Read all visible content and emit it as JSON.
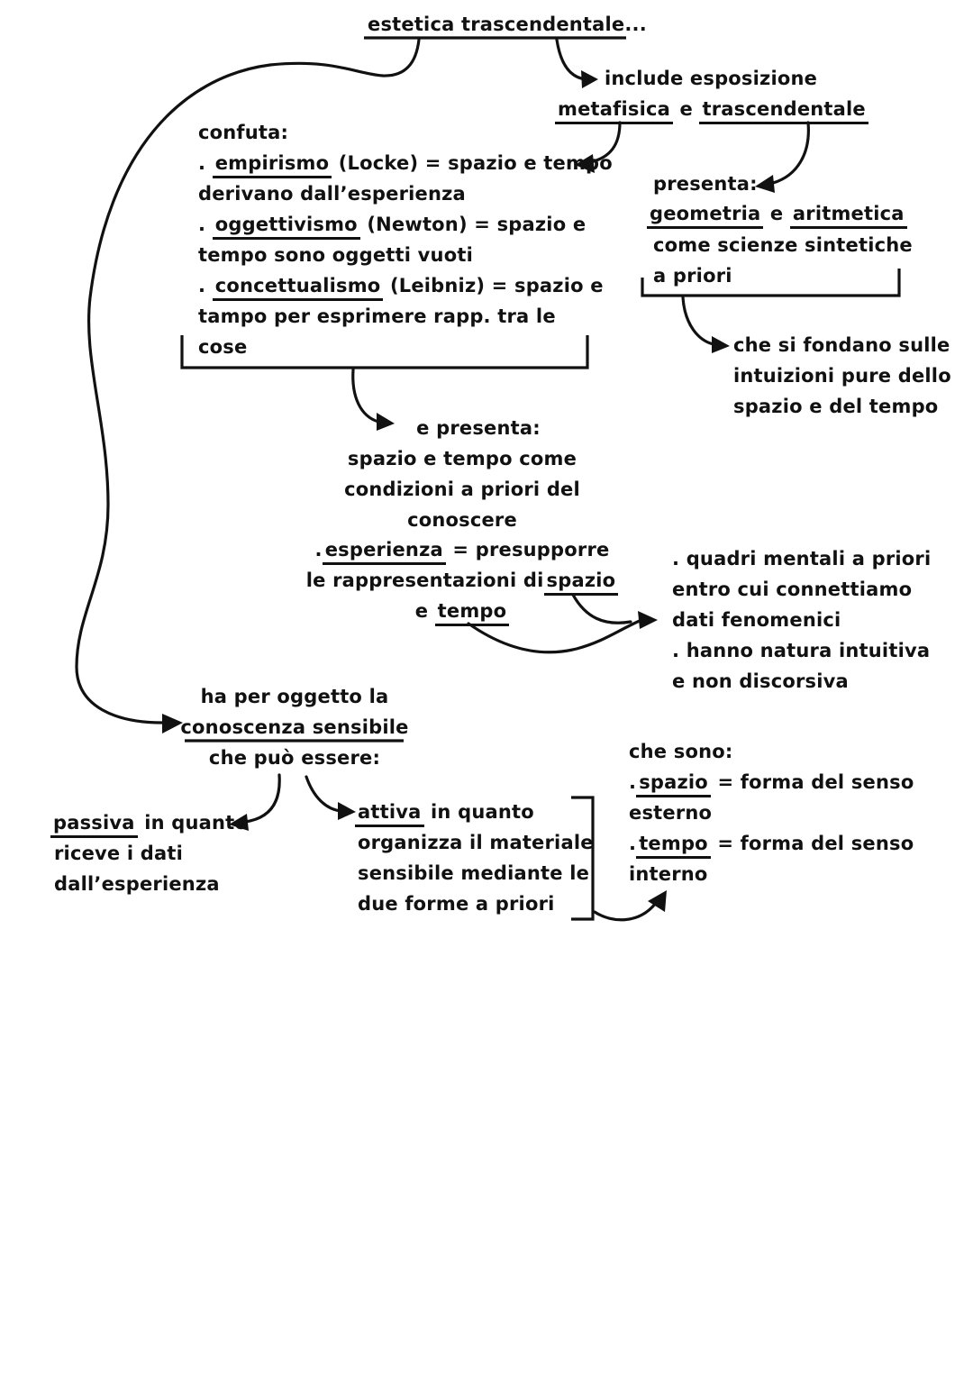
{
  "root": {
    "title": "estetica trascendentale..."
  },
  "esposizione": {
    "line1": "include esposizione",
    "metafisica": "metafisica",
    "conj": "e",
    "trascendentale": "trascendentale"
  },
  "confuta": {
    "heading": "confuta:",
    "items": [
      {
        "bullet": ".",
        "term": "empirismo",
        "rest": "(Locke) = spazio e tempo",
        "cont": "derivano dall’esperienza"
      },
      {
        "bullet": ".",
        "term": "oggettivismo",
        "rest": "(Newton) = spazio e",
        "cont": "tempo sono oggetti vuoti"
      },
      {
        "bullet": ".",
        "term": "concettualismo",
        "rest": "(Leibniz) = spazio e",
        "cont": "tampo per esprimere rapp. tra le",
        "cont2": "cose"
      }
    ]
  },
  "presenta_right": {
    "heading": "presenta:",
    "geometria": "geometria",
    "conj": "e",
    "aritmetica": "aritmetica",
    "line3": "come scienze sintetiche",
    "line4": "a priori"
  },
  "fondano": {
    "lines": [
      "che si fondano sulle",
      "intuizioni pure dello",
      "spazio e del tempo"
    ]
  },
  "e_presenta": {
    "lines": [
      "e presenta:",
      "spazio e tempo come",
      "condizioni a priori del",
      "conoscere"
    ],
    "bullet": ".",
    "esperienza": "esperienza",
    "rest": "= presupporre",
    "line6_prefix": "le rappresentazioni di",
    "spazio": "spazio",
    "line7_prefix": "e",
    "tempo": "tempo"
  },
  "quadri": {
    "lines": [
      ". quadri mentali a priori",
      "entro cui connettiamo",
      "dati fenomenici",
      ". hanno natura intuitiva",
      "e non discorsiva"
    ]
  },
  "oggetto": {
    "line1": "ha per oggetto la",
    "term": "conoscenza sensibile",
    "line3": "che può essere:"
  },
  "passiva": {
    "term": "passiva",
    "rest": "in quanto",
    "lines": [
      "riceve i dati",
      "dall’esperienza"
    ]
  },
  "attiva": {
    "term": "attiva",
    "rest": "in quanto",
    "lines": [
      "organizza il materiale",
      "sensibile mediante le",
      "due forme a priori"
    ]
  },
  "forme": {
    "heading": "che sono:",
    "items": [
      {
        "bullet": ".",
        "term": "spazio",
        "rest": "= forma del senso",
        "cont": "esterno"
      },
      {
        "bullet": ".",
        "term": "tempo",
        "rest": "= forma del senso",
        "cont": "interno"
      }
    ]
  }
}
